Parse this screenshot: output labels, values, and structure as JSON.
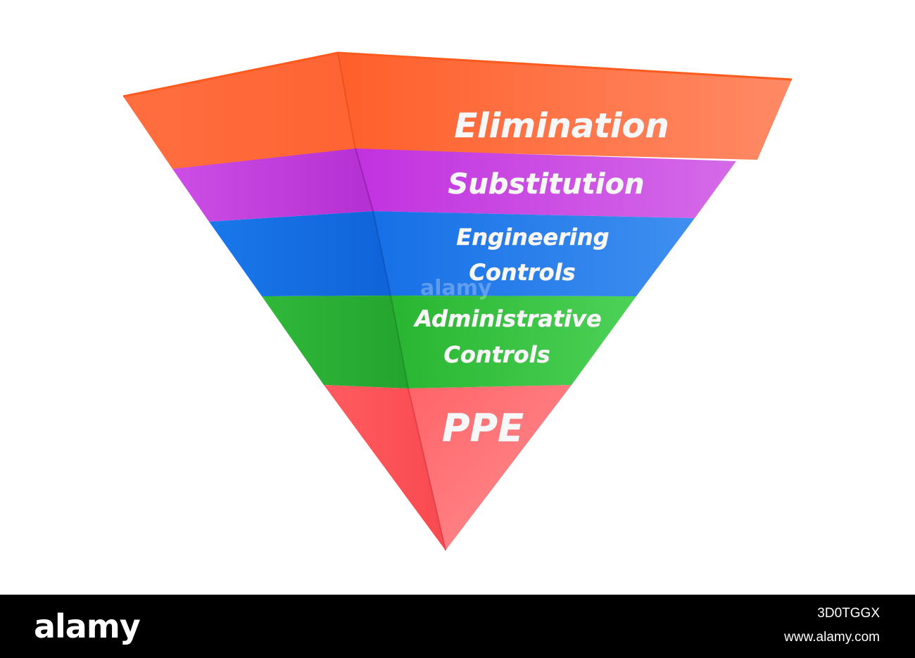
{
  "diagram": {
    "levels": [
      {
        "id": "elimination",
        "lines": [
          "Elimination"
        ],
        "front_color": "#ff6e40",
        "side_color": "#ff6a3a",
        "edge_color": "#ff5a20"
      },
      {
        "id": "substitution",
        "lines": [
          "Substitution"
        ],
        "front_color": "#c94fe2",
        "side_color": "#b83dd6",
        "edge_color": "#a12bc4"
      },
      {
        "id": "engineering",
        "lines": [
          "Engineering",
          "Controls"
        ],
        "front_color": "#2f83ee",
        "side_color": "#1a6ee0",
        "edge_color": "#1460c8"
      },
      {
        "id": "administrative",
        "lines": [
          "Administrative",
          "Controls"
        ],
        "front_color": "#3fc94a",
        "side_color": "#2fb33a",
        "edge_color": "#22a02c"
      },
      {
        "id": "ppe",
        "lines": [
          "PPE"
        ],
        "front_color": "#ff7a7e",
        "side_color": "#ff5f64",
        "edge_color": "#f0454b"
      }
    ]
  },
  "watermark": {
    "text": "alamy"
  },
  "footer": {
    "logo": "alamy",
    "image_id": "3D0TGGX",
    "url": "www.alamy.com"
  }
}
